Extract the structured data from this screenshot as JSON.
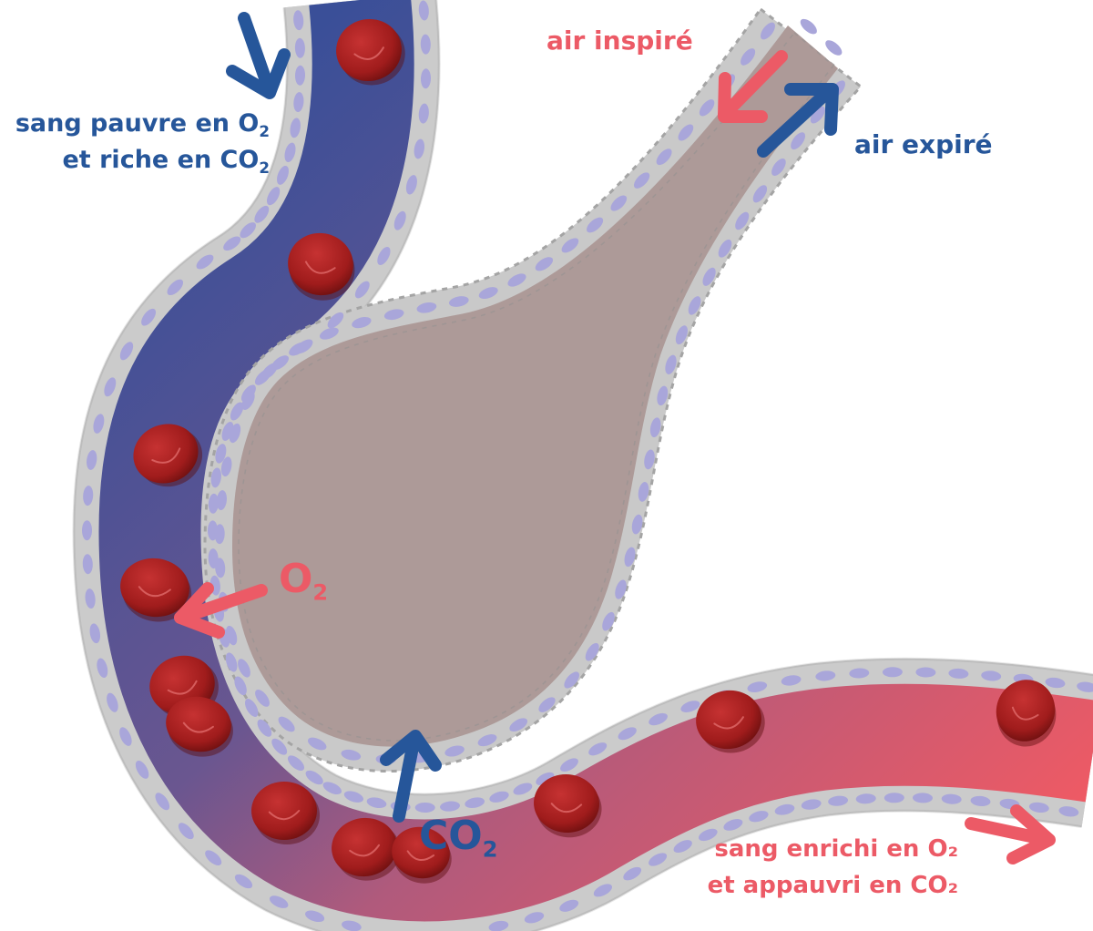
{
  "labels": {
    "poor_blood_line1_a": "sang pauvre en O",
    "poor_blood_line1_sub": "2",
    "poor_blood_line2_a": "et riche en CO",
    "poor_blood_line2_sub": "2",
    "air_in": "air inspiré",
    "air_out": "air expiré",
    "o2_main": "O",
    "o2_sub": "2",
    "co2_main": "CO",
    "co2_sub": "2",
    "rich_blood_line1": "sang enrichi en O₂",
    "rich_blood_line2": "et appauvri en CO₂"
  },
  "colors": {
    "blue_label": "#26569a",
    "red_label": "#ec5a66",
    "vein_blue": "#3b4f98",
    "artery_red": "#ef5a64",
    "alveolus_fill": "#ad9a98",
    "wall_gray": "#c9c9c9",
    "cell_nucleus": "#a9a6da",
    "red_blood_cell": "#a31d1d"
  },
  "icons": {
    "flow_arrows": "arrow-icon",
    "cells": "red-blood-cell-icon"
  }
}
